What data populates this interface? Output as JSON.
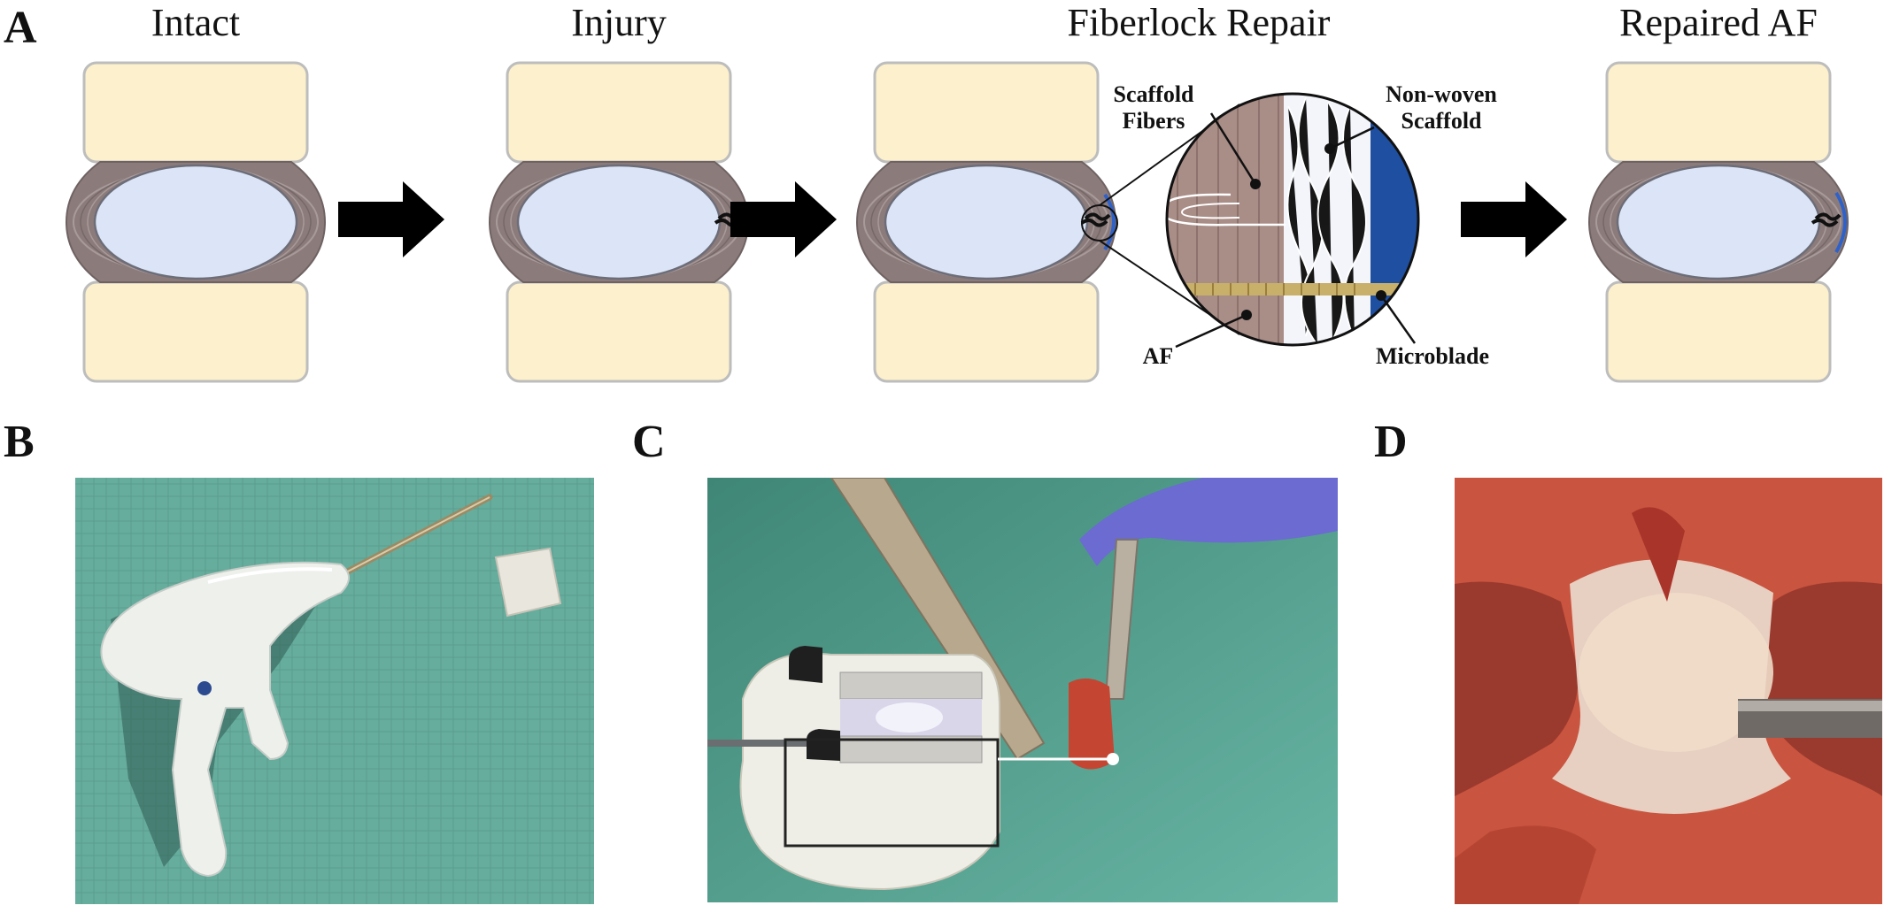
{
  "panels": {
    "a": "A",
    "b": "B",
    "c": "C",
    "d": "D"
  },
  "stages": [
    {
      "title": "Intact"
    },
    {
      "title": "Injury"
    },
    {
      "title": "Fiberlock Repair"
    },
    {
      "title": "Repaired AF"
    }
  ],
  "callouts": {
    "scaffold_fibers": "Scaffold Fibers",
    "non_woven_scaffold": "Non-woven Scaffold",
    "af": "AF",
    "microblade": "Microblade"
  },
  "colors": {
    "vertebra_fill": "#fdf0cc",
    "vertebra_stroke": "#bdbdbd",
    "annulus": "#8c7b7b",
    "nucleus": "#dbe5f7",
    "repair_blue": "#2f62c9",
    "drape_green": "#5ea898",
    "tissue_red": "#c8503e"
  },
  "icons": [
    "arrow-right-icon",
    "tear-icon",
    "scaffold-patch-icon",
    "magnifier-circle-icon"
  ]
}
